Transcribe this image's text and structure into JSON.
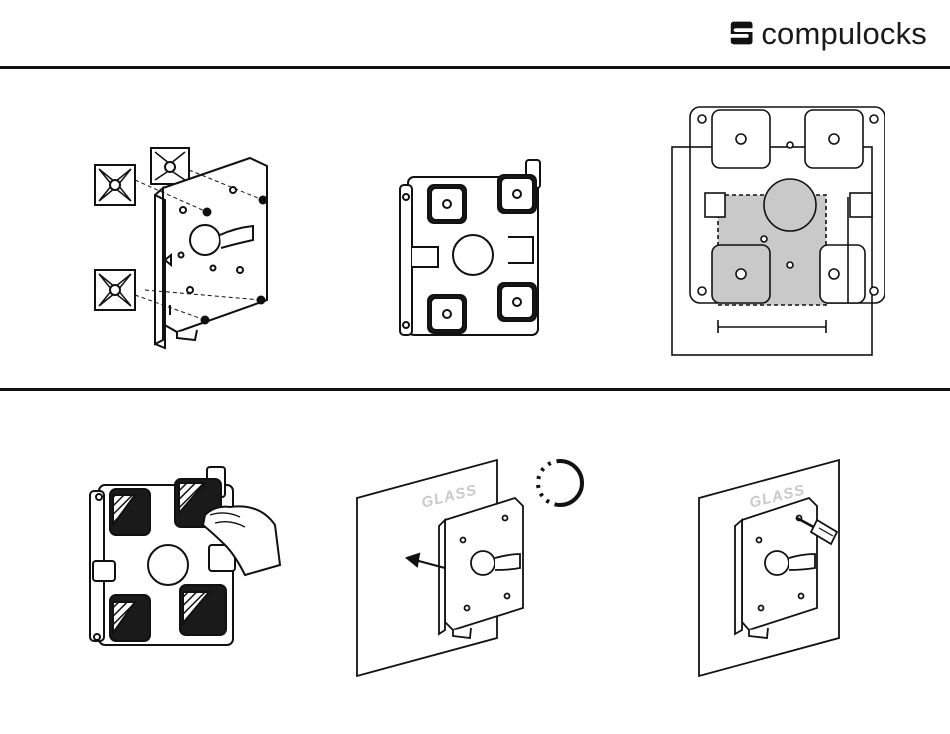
{
  "brand": {
    "name": "compulocks",
    "accent_color": "#111111"
  },
  "panels": [
    {
      "id": "step-1",
      "description_icon": "exploded-bracket-with-pads"
    },
    {
      "id": "step-2",
      "description_icon": "bracket-with-pads-attached"
    },
    {
      "id": "step-3",
      "description_icon": "bracket-placement-template"
    },
    {
      "id": "step-4",
      "description_icon": "peel-adhesive-liner"
    },
    {
      "id": "step-5",
      "description_icon": "press-onto-glass-timer"
    },
    {
      "id": "step-6",
      "description_icon": "screwdriver-tighten"
    }
  ],
  "glass_labels": [
    "GLASS",
    "GLASS"
  ]
}
